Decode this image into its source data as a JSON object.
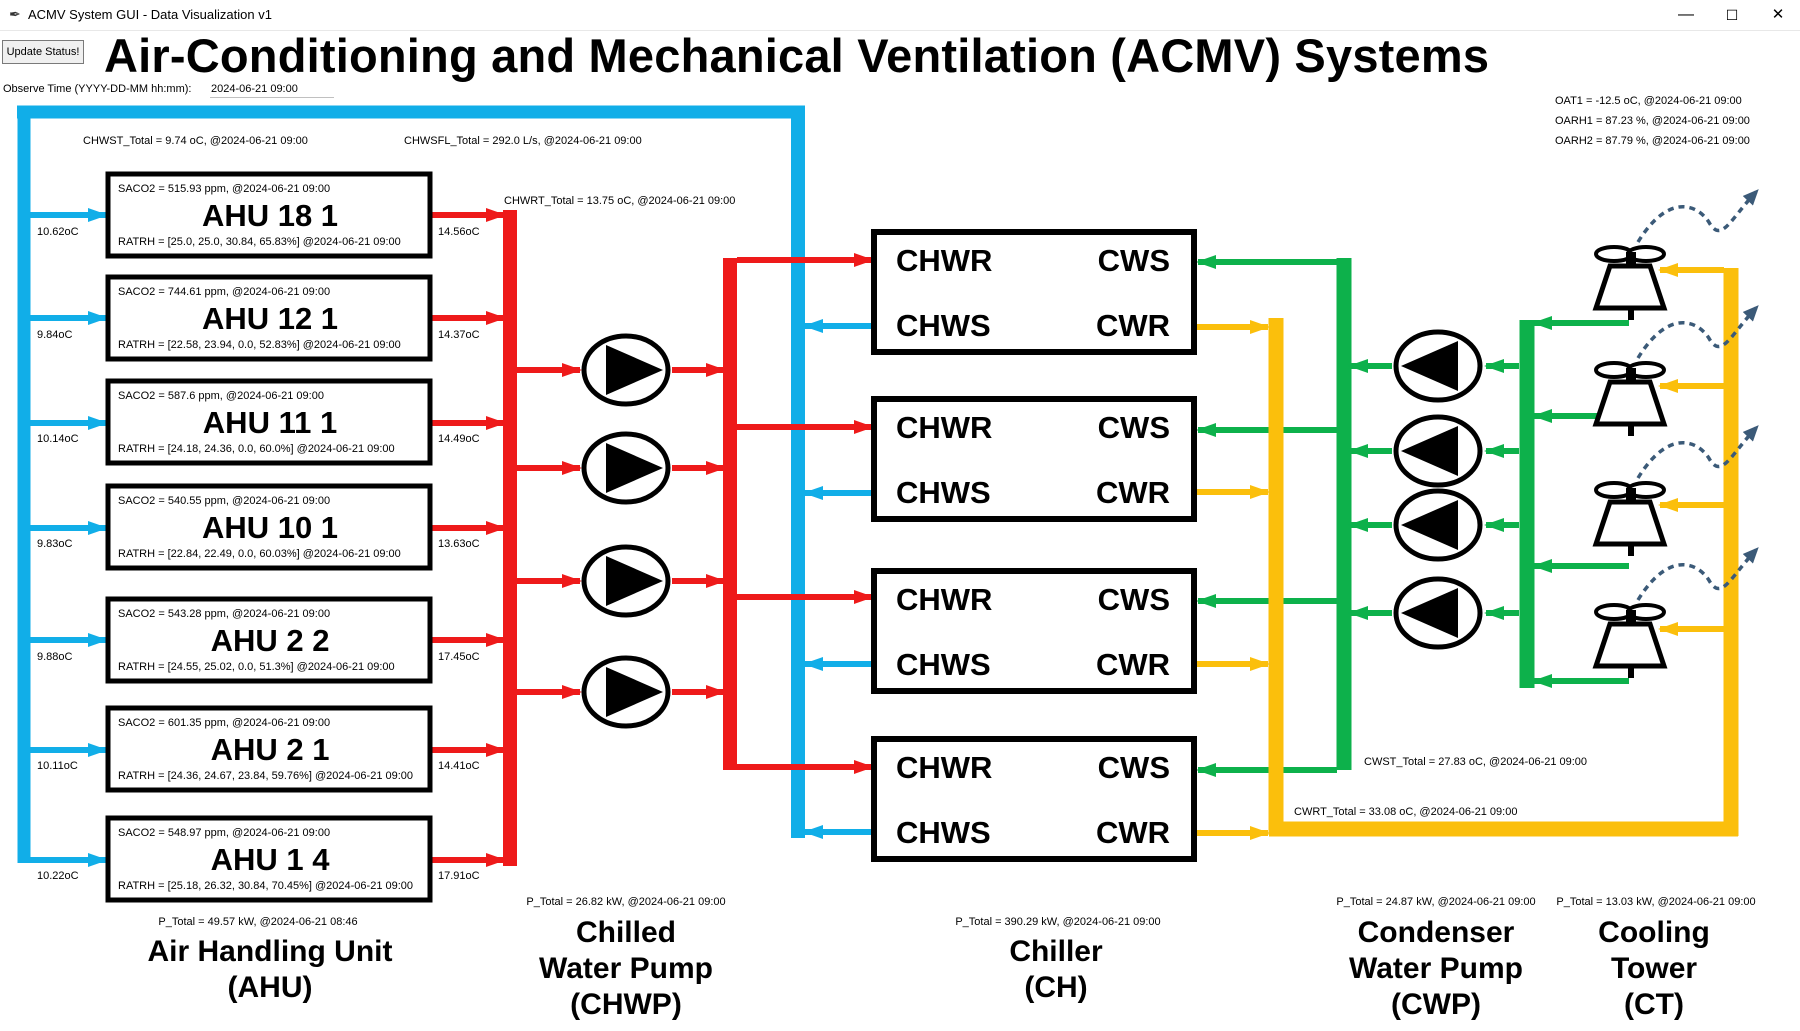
{
  "window": {
    "title": "ACMV System GUI - Data Visualization v1",
    "minimize": "—",
    "maximize": "☐",
    "close": "✕"
  },
  "toolbar": {
    "update_button": "Update Status!",
    "observe_label": "Observe Time (YYYY-DD-MM hh:mm):",
    "observe_value": "2024-06-21 09:00"
  },
  "page_title": "Air-Conditioning and Mechanical Ventilation (ACMV) Systems",
  "totals": {
    "chwst": "CHWST_Total = 9.74 oC, @2024-06-21 09:00",
    "chwsfl": "CHWSFL_Total = 292.0 L/s, @2024-06-21 09:00",
    "chwrt": "CHWRT_Total = 13.75 oC, @2024-06-21 09:00",
    "cwst": "CWST_Total = 27.83 oC, @2024-06-21 09:00",
    "cwrt": "CWRT_Total = 33.08 oC, @2024-06-21 09:00"
  },
  "weather": [
    "OAT1 = -12.5 oC, @2024-06-21 09:00",
    "OARH1 = 87.23 %, @2024-06-21 09:00",
    "OARH2 = 87.79 %, @2024-06-21 09:00"
  ],
  "ahus": [
    {
      "name": "AHU  18  1",
      "saco2": "SACO2 = 515.93 ppm, @2024-06-21 09:00",
      "ratrh": "RATRH = [25.0, 25.0, 30.84, 65.83%] @2024-06-21 09:00",
      "in_temp": "10.62oC",
      "out_temp": "14.56oC"
    },
    {
      "name": "AHU  12  1",
      "saco2": "SACO2 = 744.61 ppm, @2024-06-21 09:00",
      "ratrh": "RATRH = [22.58, 23.94, 0.0, 52.83%] @2024-06-21 09:00",
      "in_temp": "9.84oC",
      "out_temp": "14.37oC"
    },
    {
      "name": "AHU  11  1",
      "saco2": "SACO2 = 587.6 ppm, @2024-06-21 09:00",
      "ratrh": "RATRH = [24.18, 24.36, 0.0, 60.0%] @2024-06-21 09:00",
      "in_temp": "10.14oC",
      "out_temp": "14.49oC"
    },
    {
      "name": "AHU  10  1",
      "saco2": "SACO2 = 540.55 ppm, @2024-06-21 09:00",
      "ratrh": "RATRH = [22.84, 22.49, 0.0, 60.03%] @2024-06-21 09:00",
      "in_temp": "9.83oC",
      "out_temp": "13.63oC"
    },
    {
      "name": "AHU  2  2",
      "saco2": "SACO2 = 543.28 ppm, @2024-06-21 09:00",
      "ratrh": "RATRH = [24.55, 25.02, 0.0, 51.3%] @2024-06-21 09:00",
      "in_temp": "9.88oC",
      "out_temp": "17.45oC"
    },
    {
      "name": "AHU  2  1",
      "saco2": "SACO2 = 601.35 ppm, @2024-06-21 09:00",
      "ratrh": "RATRH = [24.36, 24.67, 23.84, 59.76%] @2024-06-21 09:00",
      "in_temp": "10.11oC",
      "out_temp": "14.41oC"
    },
    {
      "name": "AHU  1  4",
      "saco2": "SACO2 = 548.97 ppm, @2024-06-21 09:00",
      "ratrh": "RATRH = [25.18, 26.32, 30.84, 70.45%] @2024-06-21 09:00",
      "in_temp": "10.22oC",
      "out_temp": "17.91oC"
    }
  ],
  "chillers": [
    {
      "chwr": "CHWR",
      "cws": "CWS",
      "chws": "CHWS",
      "cwr": "CWR"
    },
    {
      "chwr": "CHWR",
      "cws": "CWS",
      "chws": "CHWS",
      "cwr": "CWR"
    },
    {
      "chwr": "CHWR",
      "cws": "CWS",
      "chws": "CHWS",
      "cwr": "CWR"
    },
    {
      "chwr": "CHWR",
      "cws": "CWS",
      "chws": "CHWS",
      "cwr": "CWR"
    }
  ],
  "power": {
    "ahu": "P_Total = 49.57 kW, @2024-06-21 08:46",
    "chwp": "P_Total = 26.82 kW, @2024-06-21 09:00",
    "ch": "P_Total = 390.29 kW, @2024-06-21 09:00",
    "cwp": "P_Total = 24.87 kW, @2024-06-21 09:00",
    "ct": "P_Total = 13.03 kW, @2024-06-21 09:00"
  },
  "sections": {
    "ahu": [
      "Air Handling Unit",
      "(AHU)"
    ],
    "chwp": [
      "Chilled",
      "Water Pump",
      "(CHWP)"
    ],
    "ch": [
      "Chiller",
      "(CH)"
    ],
    "cwp": [
      "Condenser",
      "Water Pump",
      "(CWP)"
    ],
    "ct": [
      "Cooling",
      "Tower",
      "(CT)"
    ]
  },
  "colors": {
    "chilled_supply": "#11aee8",
    "chilled_return": "#ee1a1a",
    "condenser_supply": "#0db14b",
    "condenser_return": "#fbbf0c",
    "exhaust": "#3b5a78"
  }
}
